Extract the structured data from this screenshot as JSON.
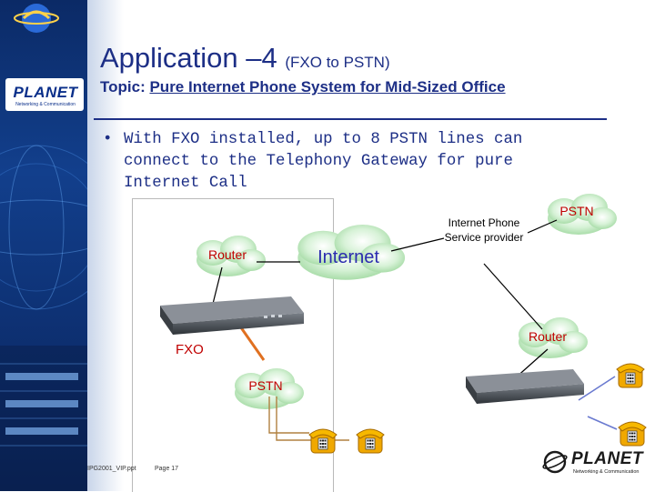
{
  "slide": {
    "title": "Application –4",
    "title_sub": "(FXO to PSTN)",
    "topic_prefix": "Topic:",
    "topic_value": "Pure Internet Phone System for Mid-Sized Office",
    "bullet_marker": "•",
    "bullet_text": "With FXO installed, up to 8 PSTN lines can\nconnect to the Telephony Gateway for pure\nInternet Call"
  },
  "diagram": {
    "router_left": "Router",
    "internet": "Internet",
    "provider": "Internet Phone\nService provider",
    "pstn_top": "PSTN",
    "router_right": "Router",
    "fxo": "FXO",
    "pstn_mid": "PSTN"
  },
  "footer": {
    "file": "IPG2001_VIP.ppt",
    "page": "Page 17"
  },
  "logo": {
    "brand": "PLANET",
    "tagline": "Networking & Communication"
  },
  "colors": {
    "title": "#1d2f86",
    "cloud_label": "#c00000",
    "internet_label": "#2b2baf",
    "fxo_line": "#e07020",
    "line": "#000000"
  }
}
